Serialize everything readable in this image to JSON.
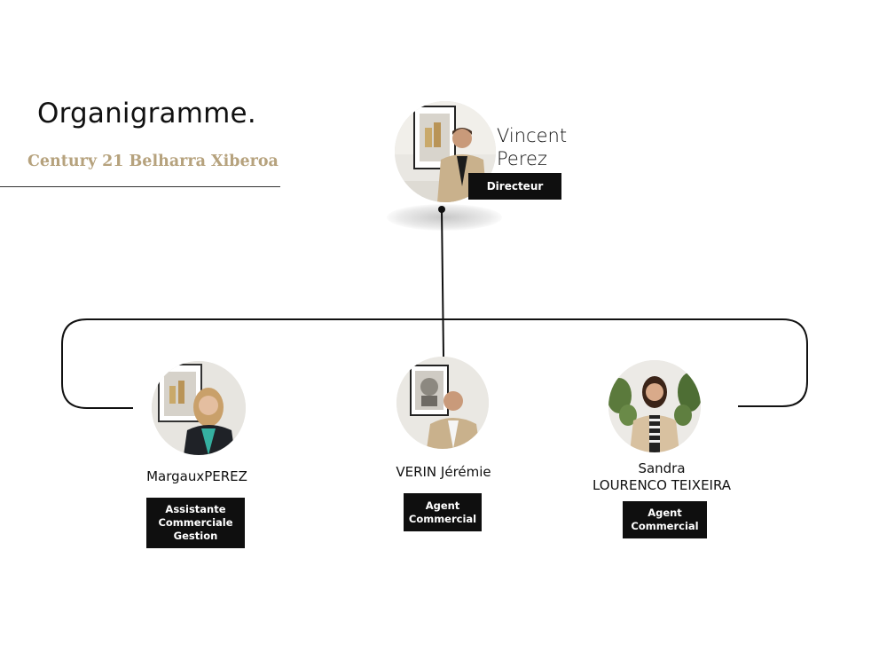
{
  "header": {
    "title": "Organigramme.",
    "company": "Century 21 Belharra Xiberoa"
  },
  "director": {
    "first_name": "Vincent",
    "last_name": "Perez",
    "role": "Directeur"
  },
  "team": [
    {
      "name": "MargauxPEREZ",
      "role_lines": [
        "Assistante",
        "Commerciale",
        "Gestion"
      ]
    },
    {
      "name": "VERIN Jérémie",
      "role_lines": [
        "Agent",
        "Commercial"
      ]
    },
    {
      "name_lines": [
        "Sandra",
        "LOURENCO TEIXEIRA"
      ],
      "role_lines": [
        "Agent",
        "Commercial"
      ]
    }
  ],
  "colors": {
    "accent": "#b6a27d",
    "badge": "#0f0f0f",
    "line": "#111111"
  }
}
